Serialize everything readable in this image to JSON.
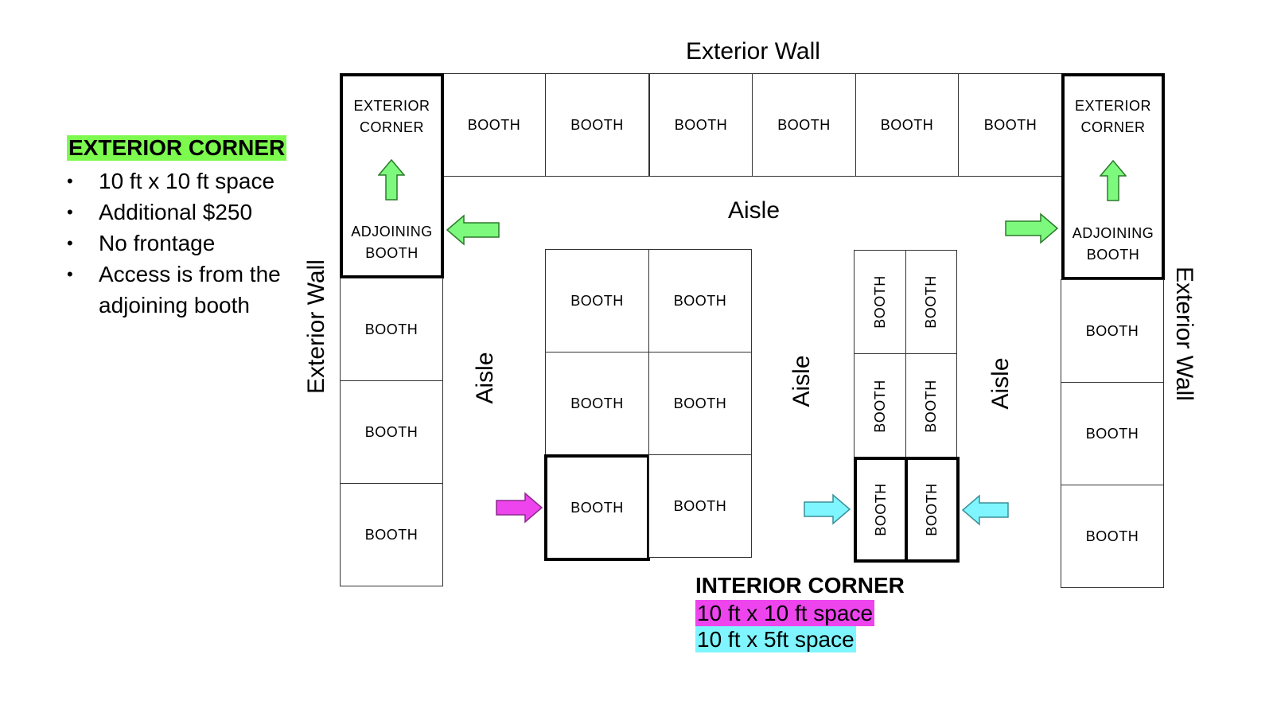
{
  "labels": {
    "exterior_wall": "Exterior Wall",
    "aisle": "Aisle",
    "booth": "BOOTH",
    "exterior": "EXTERIOR",
    "corner": "CORNER",
    "adjoining": "ADJOINING",
    "booth_word": "BOOTH"
  },
  "exterior_corner_legend": {
    "title": "EXTERIOR CORNER",
    "items": [
      "10 ft x 10 ft space",
      "Additional $250",
      "No frontage",
      "Access is from the adjoining booth"
    ]
  },
  "interior_corner_legend": {
    "title": "INTERIOR CORNER",
    "line_10x10": "10 ft x 10 ft space",
    "line_10x5": "10 ft x 5ft space"
  },
  "colors": {
    "green": "#7dfa7d",
    "green_highlight": "#7dfa4e",
    "magenta": "#ee44ee",
    "cyan": "#7ff5ff",
    "border": "#000000"
  },
  "icons": {
    "up_arrow": "up-arrow-icon",
    "left_arrow": "left-arrow-icon",
    "right_arrow": "right-arrow-icon"
  }
}
